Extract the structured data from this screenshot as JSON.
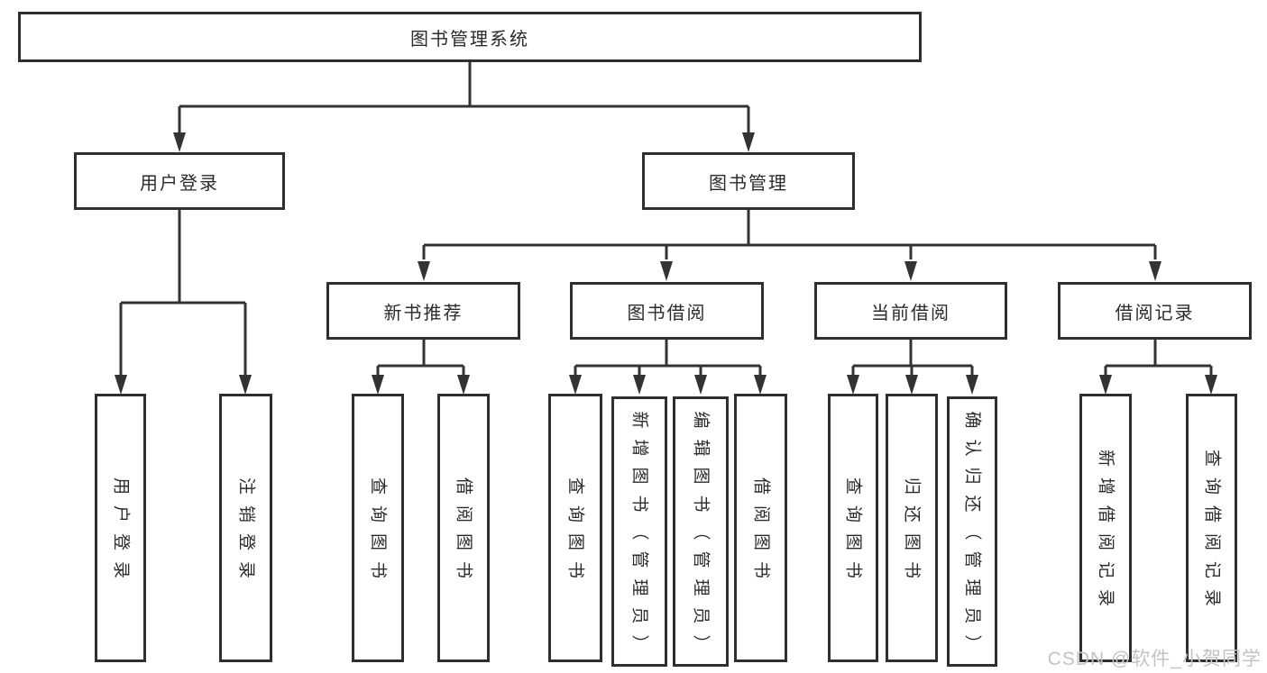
{
  "diagram_title": "图书管理系统",
  "tree": {
    "root": {
      "label": "图书管理系统",
      "children": [
        {
          "label": "用户登录",
          "children": [
            {
              "label": "用户登录"
            },
            {
              "label": "注销登录"
            }
          ]
        },
        {
          "label": "图书管理",
          "children": [
            {
              "label": "新书推荐",
              "children": [
                {
                  "label": "查询图书"
                },
                {
                  "label": "借阅图书"
                }
              ]
            },
            {
              "label": "图书借阅",
              "children": [
                {
                  "label": "查询图书"
                },
                {
                  "label": "新增图书（管理员）"
                },
                {
                  "label": "编辑图书（管理员）"
                },
                {
                  "label": "借阅图书"
                }
              ]
            },
            {
              "label": "当前借阅",
              "children": [
                {
                  "label": "查询图书"
                },
                {
                  "label": "归还图书"
                },
                {
                  "label": "确认归还（管理员）"
                }
              ]
            },
            {
              "label": "借阅记录",
              "children": [
                {
                  "label": "新增借阅记录"
                },
                {
                  "label": "查询借阅记录"
                }
              ]
            }
          ]
        }
      ]
    }
  },
  "colors": {
    "line": "#333333",
    "box_border": "#2f2f2f",
    "text": "#2b2b2b",
    "watermark": "#c3c3c3"
  },
  "watermark": {
    "text": "CSDN @软件_小贺同学"
  }
}
